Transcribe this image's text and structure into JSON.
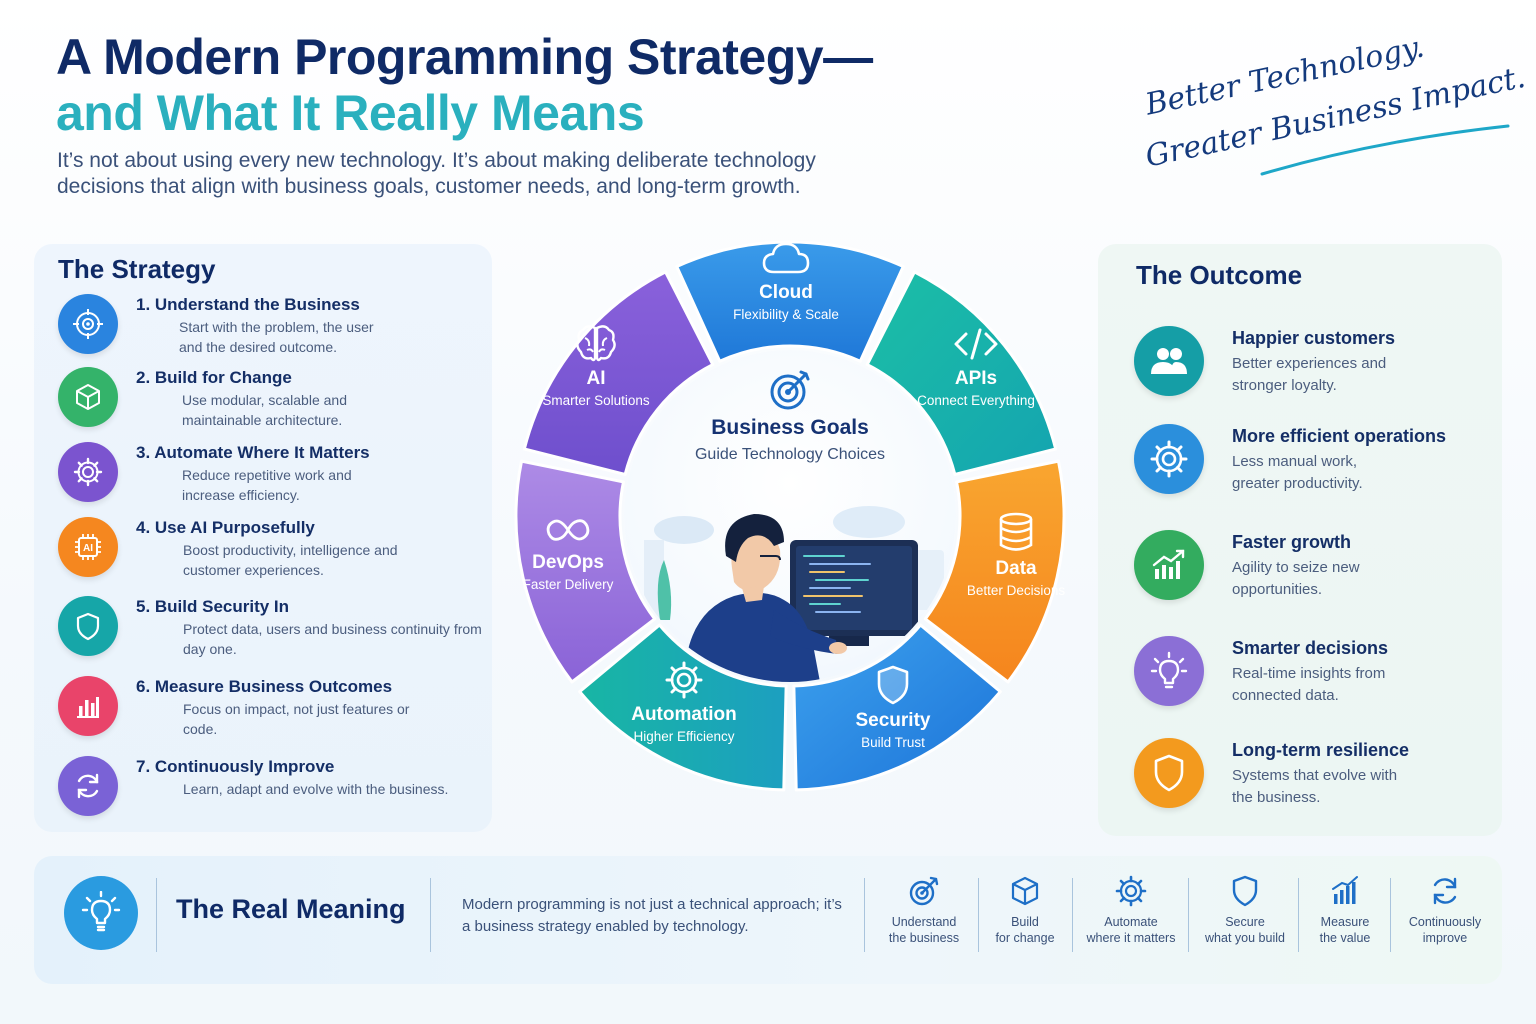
{
  "header": {
    "title_line1": "A Modern Programming Strategy—",
    "title_line2": "and What It Really Means",
    "intro": "It’s not about using every new technology. It’s about making deliberate technology decisions that align with business goals, customer needs, and long-term growth.",
    "tagline_line1": "Better Technology.",
    "tagline_line2": "Greater Business Impact."
  },
  "strategy": {
    "title": "The Strategy",
    "items": [
      {
        "title": "1.  Understand the Business",
        "desc": "Start with the problem, the user and the desired outcome.",
        "color": "#2a84df",
        "icon": "target-icon"
      },
      {
        "title": "2.  Build for Change",
        "desc": "Use modular, scalable and maintainable architecture.",
        "color": "#34b36a",
        "icon": "cube-icon"
      },
      {
        "title": "3.  Automate Where It Matters",
        "desc": "Reduce repetitive work and increase efficiency.",
        "color": "#7b54cf",
        "icon": "gear-icon"
      },
      {
        "title": "4.  Use AI Purposefully",
        "desc": "Boost productivity, intelligence and customer experiences.",
        "color": "#f5871f",
        "icon": "ai-chip-icon",
        "icon_text": "AI"
      },
      {
        "title": "5.  Build Security In",
        "desc": "Protect data, users and business continuity from day one.",
        "color": "#16a6a8",
        "icon": "shield-icon"
      },
      {
        "title": "6.  Measure Business Outcomes",
        "desc": "Focus on impact, not just features or code.",
        "color": "#e9446a",
        "icon": "bar-chart-icon"
      },
      {
        "title": "7.  Continuously Improve",
        "desc": "Learn, adapt and evolve with the business.",
        "color": "#7a62d6",
        "icon": "refresh-icon"
      }
    ]
  },
  "wheel": {
    "center_title": "Business Goals",
    "center_sub": "Guide Technology Choices",
    "segments": [
      {
        "name": "Cloud",
        "sub": "Flexibility & Scale",
        "color": "#2a8ee6",
        "icon": "cloud-icon"
      },
      {
        "name": "APIs",
        "sub": "Connect Everything",
        "color": "#18b5a8",
        "icon": "code-icon"
      },
      {
        "name": "Data",
        "sub": "Better Decisions",
        "color": "#f79a27",
        "icon": "database-icon"
      },
      {
        "name": "Security",
        "sub": "Build Trust",
        "color": "#2a8ee6",
        "icon": "shield-icon"
      },
      {
        "name": "Automation",
        "sub": "Higher Efficiency",
        "color": "#1ab3ad",
        "icon": "gear-icon"
      },
      {
        "name": "DevOps",
        "sub": "Faster Delivery",
        "color": "#9a76de",
        "icon": "infinity-icon"
      },
      {
        "name": "AI",
        "sub": "Smarter Solutions",
        "color": "#7c58d3",
        "icon": "brain-icon"
      }
    ]
  },
  "outcome": {
    "title": "The Outcome",
    "items": [
      {
        "title": "Happier customers",
        "desc": "Better experiences and stronger loyalty.",
        "color": "#159ea6",
        "icon": "users-icon"
      },
      {
        "title": "More efficient operations",
        "desc": "Less manual work, greater productivity.",
        "color": "#2b8fdc",
        "icon": "gear-icon"
      },
      {
        "title": "Faster growth",
        "desc": "Agility to seize new opportunities.",
        "color": "#33ac5f",
        "icon": "growth-chart-icon"
      },
      {
        "title": "Smarter decisions",
        "desc": "Real-time insights from connected data.",
        "color": "#8b6fd6",
        "icon": "lightbulb-icon"
      },
      {
        "title": "Long-term resilience",
        "desc": "Systems that evolve with the business.",
        "color": "#f39a1e",
        "icon": "shield-icon"
      }
    ]
  },
  "bottom": {
    "title": "The Real Meaning",
    "text": "Modern programming is not just a technical approach; it’s a business strategy enabled by technology.",
    "steps": [
      {
        "line1": "Understand",
        "line2": "the business",
        "icon": "target-icon"
      },
      {
        "line1": "Build",
        "line2": "for change",
        "icon": "cube-icon"
      },
      {
        "line1": "Automate",
        "line2": "where it matters",
        "icon": "gear-icon"
      },
      {
        "line1": "Secure",
        "line2": "what you build",
        "icon": "shield-icon"
      },
      {
        "line1": "Measure",
        "line2": "the value",
        "icon": "bar-chart-icon"
      },
      {
        "line1": "Continuously",
        "line2": "improve",
        "icon": "refresh-icon"
      }
    ]
  }
}
